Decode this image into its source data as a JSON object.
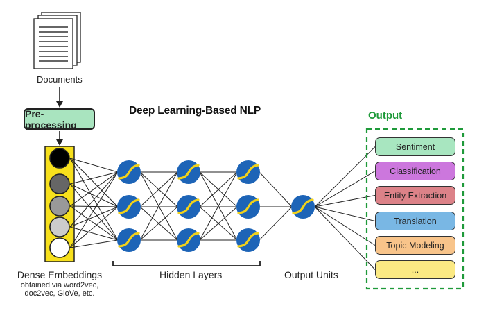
{
  "documents_label": "Documents",
  "preprocessing_label": "Pre-processing",
  "title": "Deep Learning-Based NLP",
  "output_title": "Output",
  "embeddings_label": "Dense Embeddings",
  "embeddings_sub1": "obtained via word2vec,",
  "embeddings_sub2": "doc2vec, GloVe, etc.",
  "hidden_label": "Hidden Layers",
  "output_units_label": "Output Units",
  "outputs": [
    {
      "label": "Sentiment",
      "color": "#a8e6c0"
    },
    {
      "label": "Classification",
      "color": "#cc77dd"
    },
    {
      "label": "Entity Extraction",
      "color": "#dc8288"
    },
    {
      "label": "Translation",
      "color": "#79b7e4"
    },
    {
      "label": "Topic Modeling",
      "color": "#f8c48a"
    },
    {
      "label": "...",
      "color": "#fbe983"
    }
  ],
  "colors": {
    "embedding_bar": "#f7e01c",
    "neuron": "#1d64b7",
    "activation": "#f2d21a",
    "output_border": "#1f9a3a"
  },
  "embedding_shades": [
    "#000000",
    "#666666",
    "#999999",
    "#cccccc",
    "#ffffff"
  ]
}
